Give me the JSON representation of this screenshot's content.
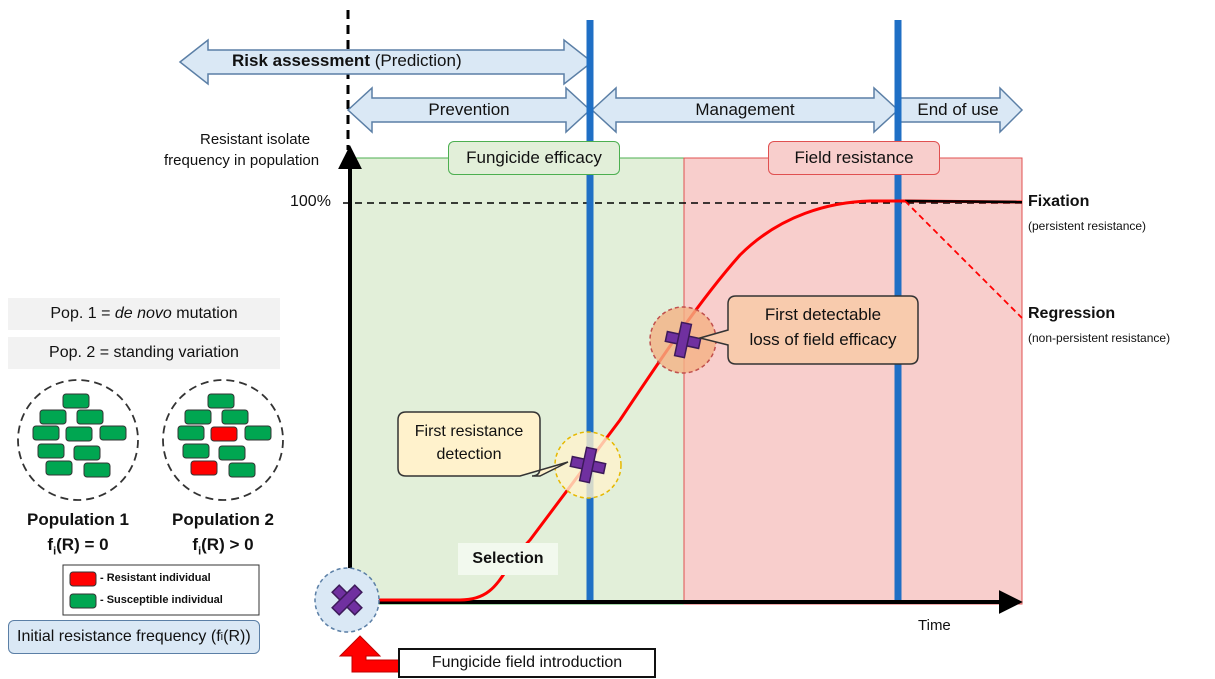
{
  "arrows": {
    "risk_bold": "Risk assessment",
    "risk_rest": " (Prediction)",
    "prevention": "Prevention",
    "management": "Management",
    "end_of_use": "End of use"
  },
  "axis": {
    "y_label_line1": "Resistant isolate",
    "y_label_line2": "frequency in population",
    "y_tick": "100%",
    "x_label": "Time"
  },
  "zones": {
    "efficacy": "Fungicide efficacy",
    "resistance": "Field resistance"
  },
  "outcomes": {
    "fixation": "Fixation",
    "fixation_note": "(persistent resistance)",
    "regression": "Regression",
    "regression_note": "(non-persistent resistance)"
  },
  "callouts": {
    "first_detection_line1": "First resistance",
    "first_detection_line2": "detection",
    "loss_line1": "First detectable",
    "loss_line2": "loss of field efficacy",
    "selection": "Selection",
    "initial_freq_prefix": "Initial resistance frequency (f",
    "initial_freq_sub": "i",
    "initial_freq_suffix": "(R))",
    "introduction": "Fungicide field introduction"
  },
  "populations": {
    "pop1_def_prefix": "Pop. 1 = ",
    "pop1_def_italic": "de novo",
    "pop1_def_suffix": " mutation",
    "pop2_def": "Pop. 2 = standing variation",
    "pop1_title": "Population 1",
    "pop2_title": "Population 2",
    "pop1_freq_f": "f",
    "pop1_freq_sub": "i",
    "pop1_freq_rest": "(R) = 0",
    "pop2_freq_f": "f",
    "pop2_freq_sub": "i",
    "pop2_freq_rest": "(R) > 0"
  },
  "legend": {
    "resistant": "- Resistant individual",
    "susceptible": "- Susceptible individual"
  },
  "colors": {
    "efficacy_fill": "#e2efd9",
    "resistance_fill": "#f8cecc",
    "blue_line": "#1f6fc5",
    "arrow_fill": "#dae8f5",
    "curve": "#ff0000",
    "cross": "#7030a0",
    "susceptible": "#00a651",
    "resistant": "#ff0000"
  }
}
